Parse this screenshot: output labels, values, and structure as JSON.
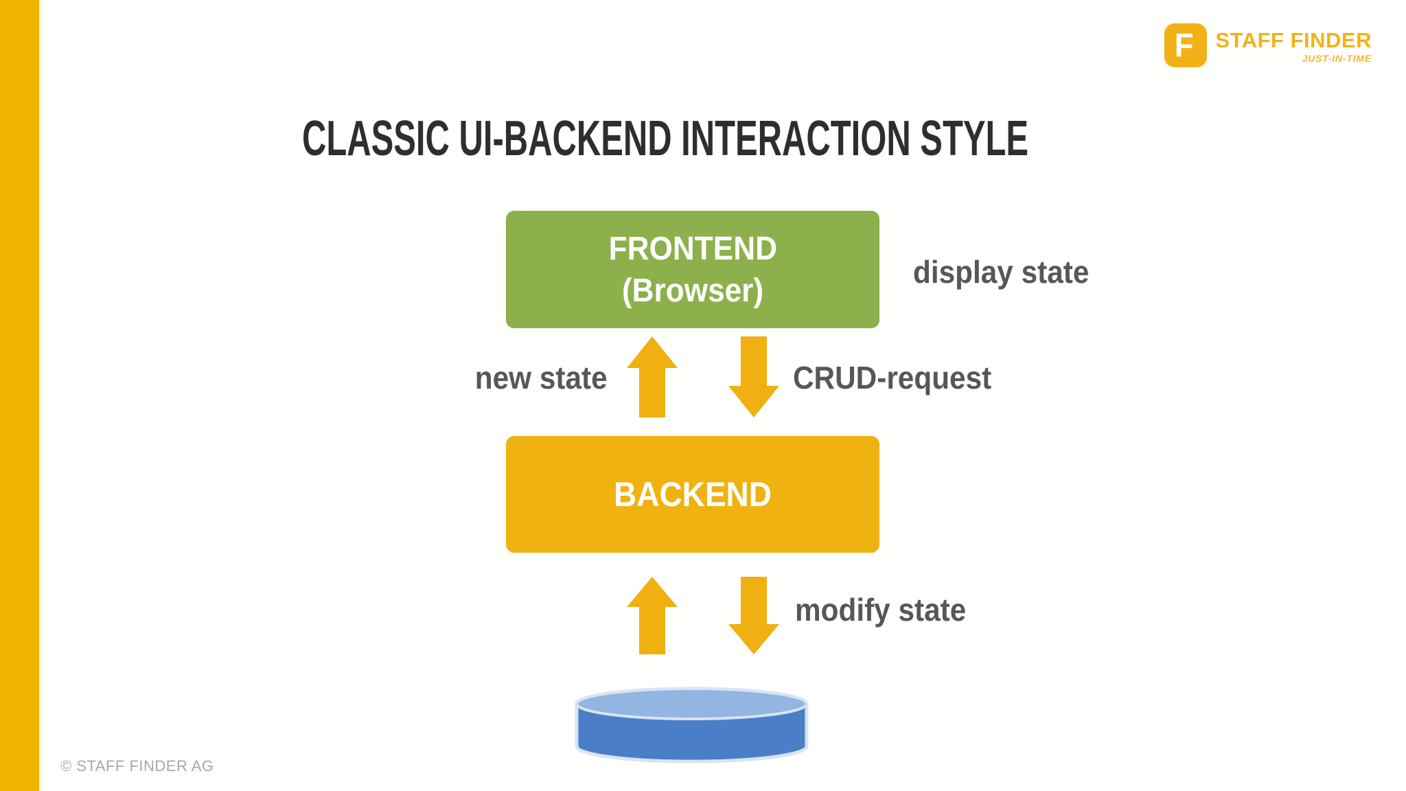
{
  "slide": {
    "background": "#FFFFFE",
    "accent_bar_color": "#F0B400",
    "accent_bar_edge_color": "#FFF8E1",
    "title": "CLASSIC UI-BACKEND INTERACTION STYLE",
    "title_color": "#2E2E2D"
  },
  "logo": {
    "brand": "STAFF FINDER",
    "tagline": "JUST-IN-TIME",
    "icon_letter": "F",
    "color": "#F2B217"
  },
  "diagram": {
    "frontend": {
      "line1": "FRONTEND",
      "line2": "(Browser)",
      "fill": "#8CB04C",
      "text_color": "#FFFFFF"
    },
    "backend": {
      "label": "BACKEND",
      "fill": "#EFB211",
      "text_color": "#FFFFFF"
    },
    "annotations": {
      "display_state": "display state",
      "new_state": "new state",
      "crud_request": "CRUD-request",
      "modify_state": "modify state",
      "color": "#575756"
    },
    "arrows": {
      "color": "#F0B011"
    },
    "database": {
      "body_fill": "#4A7FC8",
      "top_fill": "#93B5E2",
      "outline": "#D8E4F4"
    }
  },
  "footer": {
    "copyright": "© STAFF FINDER AG",
    "color": "#A7A7A6"
  }
}
